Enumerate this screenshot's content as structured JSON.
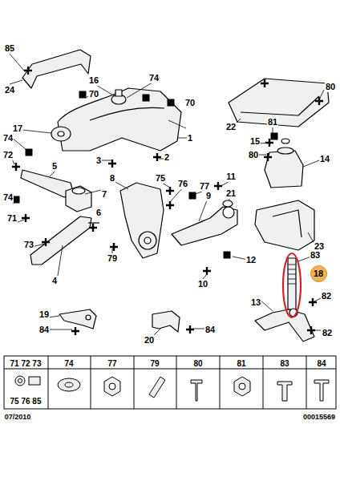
{
  "diagram": {
    "nodes": [
      {
        "text": [
          "18"
        ]
      }
    ],
    "labels": [
      "85",
      "24",
      "16",
      "74",
      "70",
      "70",
      "1",
      "17",
      "74",
      "2",
      "3",
      "72",
      "5",
      "8",
      "75",
      "76",
      "7",
      "77",
      "11",
      "21",
      "9",
      "6",
      "74",
      "71",
      "73",
      "79",
      "12",
      "10",
      "4",
      "19",
      "84",
      "20",
      "84",
      "22",
      "81",
      "80",
      "15",
      "80",
      "14",
      "23",
      "83",
      "13",
      "82",
      "82",
      "71 72 73",
      "74",
      "77",
      "79",
      "80",
      "81",
      "83",
      "84",
      "75 76 85",
      "07/2010",
      "00015569"
    ]
  }
}
